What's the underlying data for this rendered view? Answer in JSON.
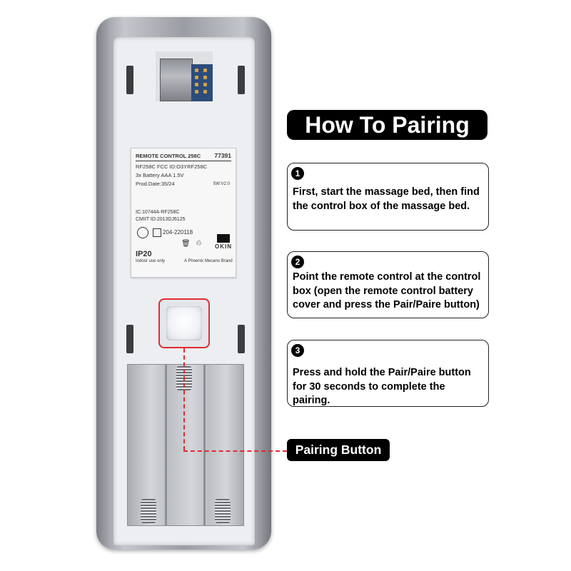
{
  "title": "How To Pairing",
  "steps": [
    {
      "number": "1",
      "text": "First, start the massage bed, then find the control box of the massage bed."
    },
    {
      "number": "2",
      "text": "Point the remote control at the control box (open the remote control battery cover and press the Pair/Paire button)"
    },
    {
      "number": "3",
      "text": "Press and hold the Pair/Paire button for 30 seconds to complete the pairing."
    }
  ],
  "callout_label": "Pairing Button",
  "device_label": {
    "model": "REMOTE CONTROL 258C",
    "part_number": "77391",
    "fcc": "RF258C FCC ID:O3YRF258C",
    "battery": "3x Battery AAA 1.5V",
    "prod_date": "Prod.Date:35/24",
    "sw": "SW:V2.0",
    "ic": "IC:10744A-RF258C",
    "cmiit": "CMIIT ID:2013DJ6125",
    "cert_number": "204-220118",
    "ip_rating": "IP20",
    "indoor": "Indoor use only",
    "brand_line": "A Phoenix Mecano Brand",
    "brand": "OKIN"
  },
  "colors": {
    "accent_red": "#e32b33",
    "pill_black": "#000000",
    "device_silver": "#a9acb2"
  }
}
